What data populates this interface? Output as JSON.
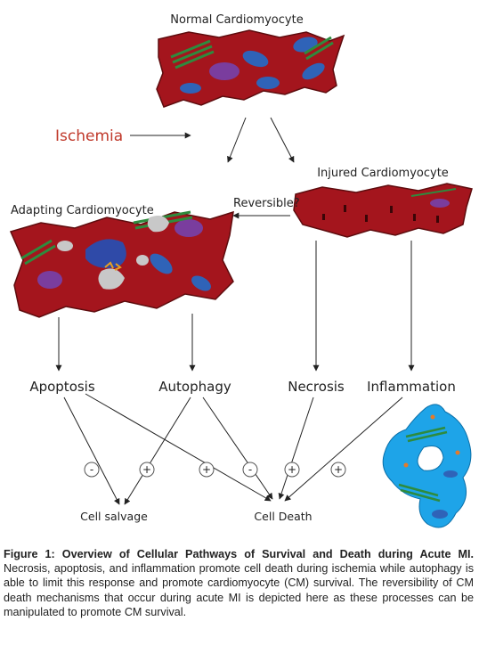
{
  "labels": {
    "normal": "Normal Cardiomyocyte",
    "ischemia": "Ischemia",
    "injured": "Injured Cardiomyocyte",
    "adapting": "Adapting Cardiomyocyte",
    "reversible": "Reversible?",
    "apoptosis": "Apoptosis",
    "autophagy": "Autophagy",
    "necrosis": "Necrosis",
    "inflammation": "Inflammation",
    "cell_salvage": "Cell salvage",
    "cell_death": "Cell Death"
  },
  "signs": {
    "minus": "-",
    "plus": "+"
  },
  "caption": {
    "title": "Figure 1: Overview of Cellular Pathways of Survival and Death during Acute MI.",
    "body": " Necrosis, apoptosis, and inflammation promote cell death during ischemia while autophagy is able to limit this response and promote cardiomyocyte (CM) survival. The reversibility of CM death mechanisms that occur during acute MI is depicted here as these processes can be manipulated to promote CM survival."
  },
  "colors": {
    "cell": "#a4151d",
    "cell_outline": "#5e0c0e",
    "nucleus": "#7a3d9e",
    "mitochondria": "#2f63b8",
    "myofibril": "#2e8b3e",
    "vacuole": "#c8c8c8",
    "ischemia_text": "#c0392b",
    "inflammatory_cell": "#1ea4e8"
  }
}
